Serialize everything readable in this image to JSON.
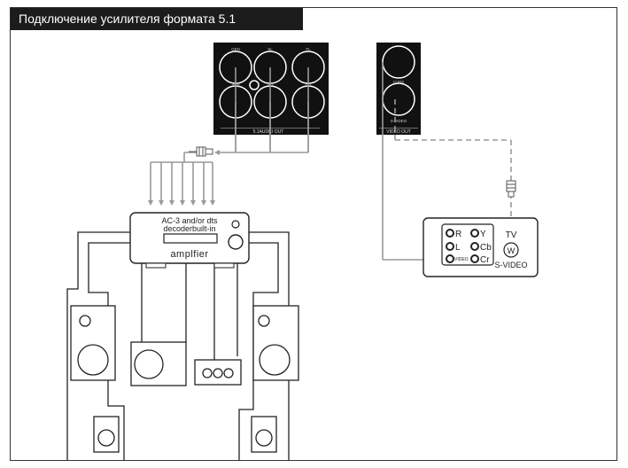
{
  "header": {
    "title": "Подключение усилителя формата 5.1"
  },
  "audio_panel": {
    "jack_labels": [
      "CEN",
      "SL",
      "FL",
      "SUB",
      "SR",
      "FR"
    ],
    "footer": "5.1AUDIO OUT"
  },
  "video_panel": {
    "jack_label": "CVBS",
    "svideo_label": "S-VIDEO",
    "footer": "VIDEO OUT"
  },
  "amplifier": {
    "line1": "AC-3 and/or dts",
    "line2": "decoderbuilt-in",
    "name": "amplfier"
  },
  "tv": {
    "inputs_left": [
      "R",
      "L",
      "VIDEO"
    ],
    "inputs_right": [
      "Y",
      "Cb",
      "Cr"
    ],
    "label": "TV",
    "svideo_label": "S-VIDEO"
  },
  "colors": {
    "title_bg": "#1c1c1c",
    "cable": "#999999",
    "line": "#222222"
  }
}
